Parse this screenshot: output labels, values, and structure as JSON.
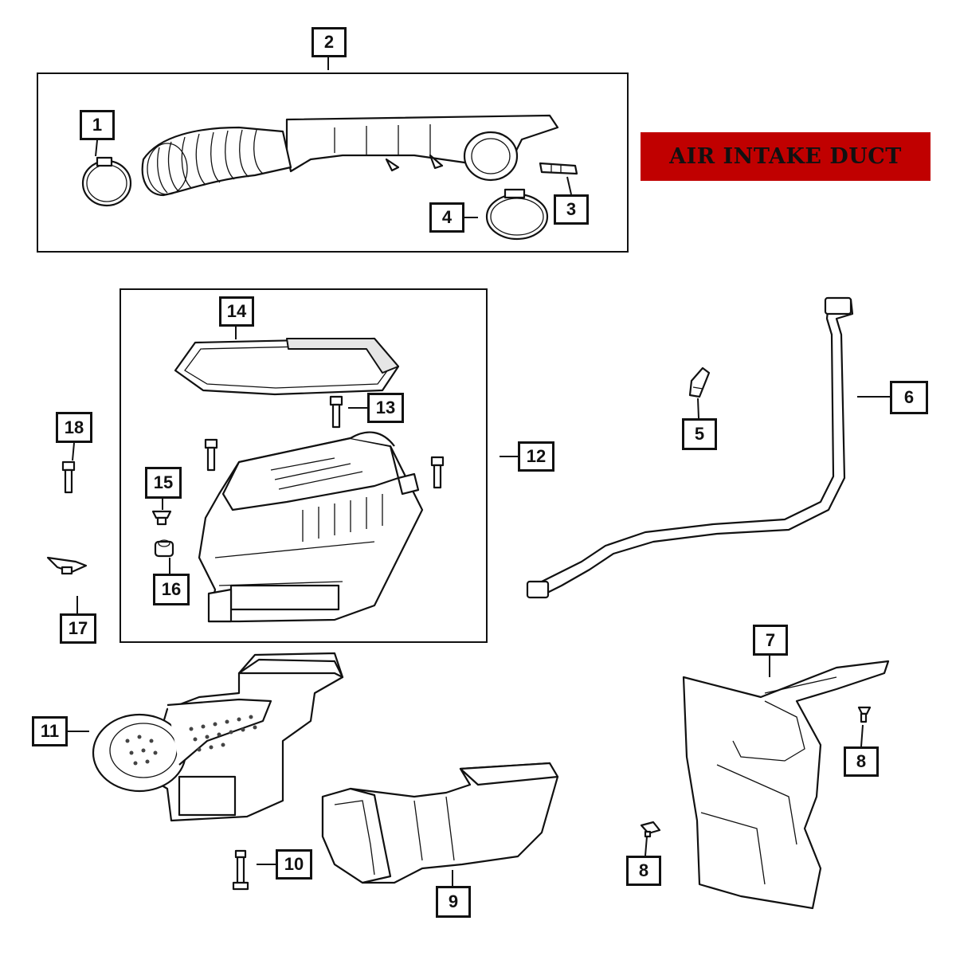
{
  "banner": {
    "text": "AIR INTAKE DUCT",
    "color": "#c00000"
  },
  "callouts": {
    "c1": "1",
    "c2": "2",
    "c3": "3",
    "c4": "4",
    "c5": "5",
    "c6": "6",
    "c7": "7",
    "c8a": "8",
    "c8b": "8",
    "c9": "9",
    "c10": "10",
    "c11": "11",
    "c12": "12",
    "c13": "13",
    "c14": "14",
    "c15": "15",
    "c16": "16",
    "c17": "17",
    "c18": "18"
  }
}
